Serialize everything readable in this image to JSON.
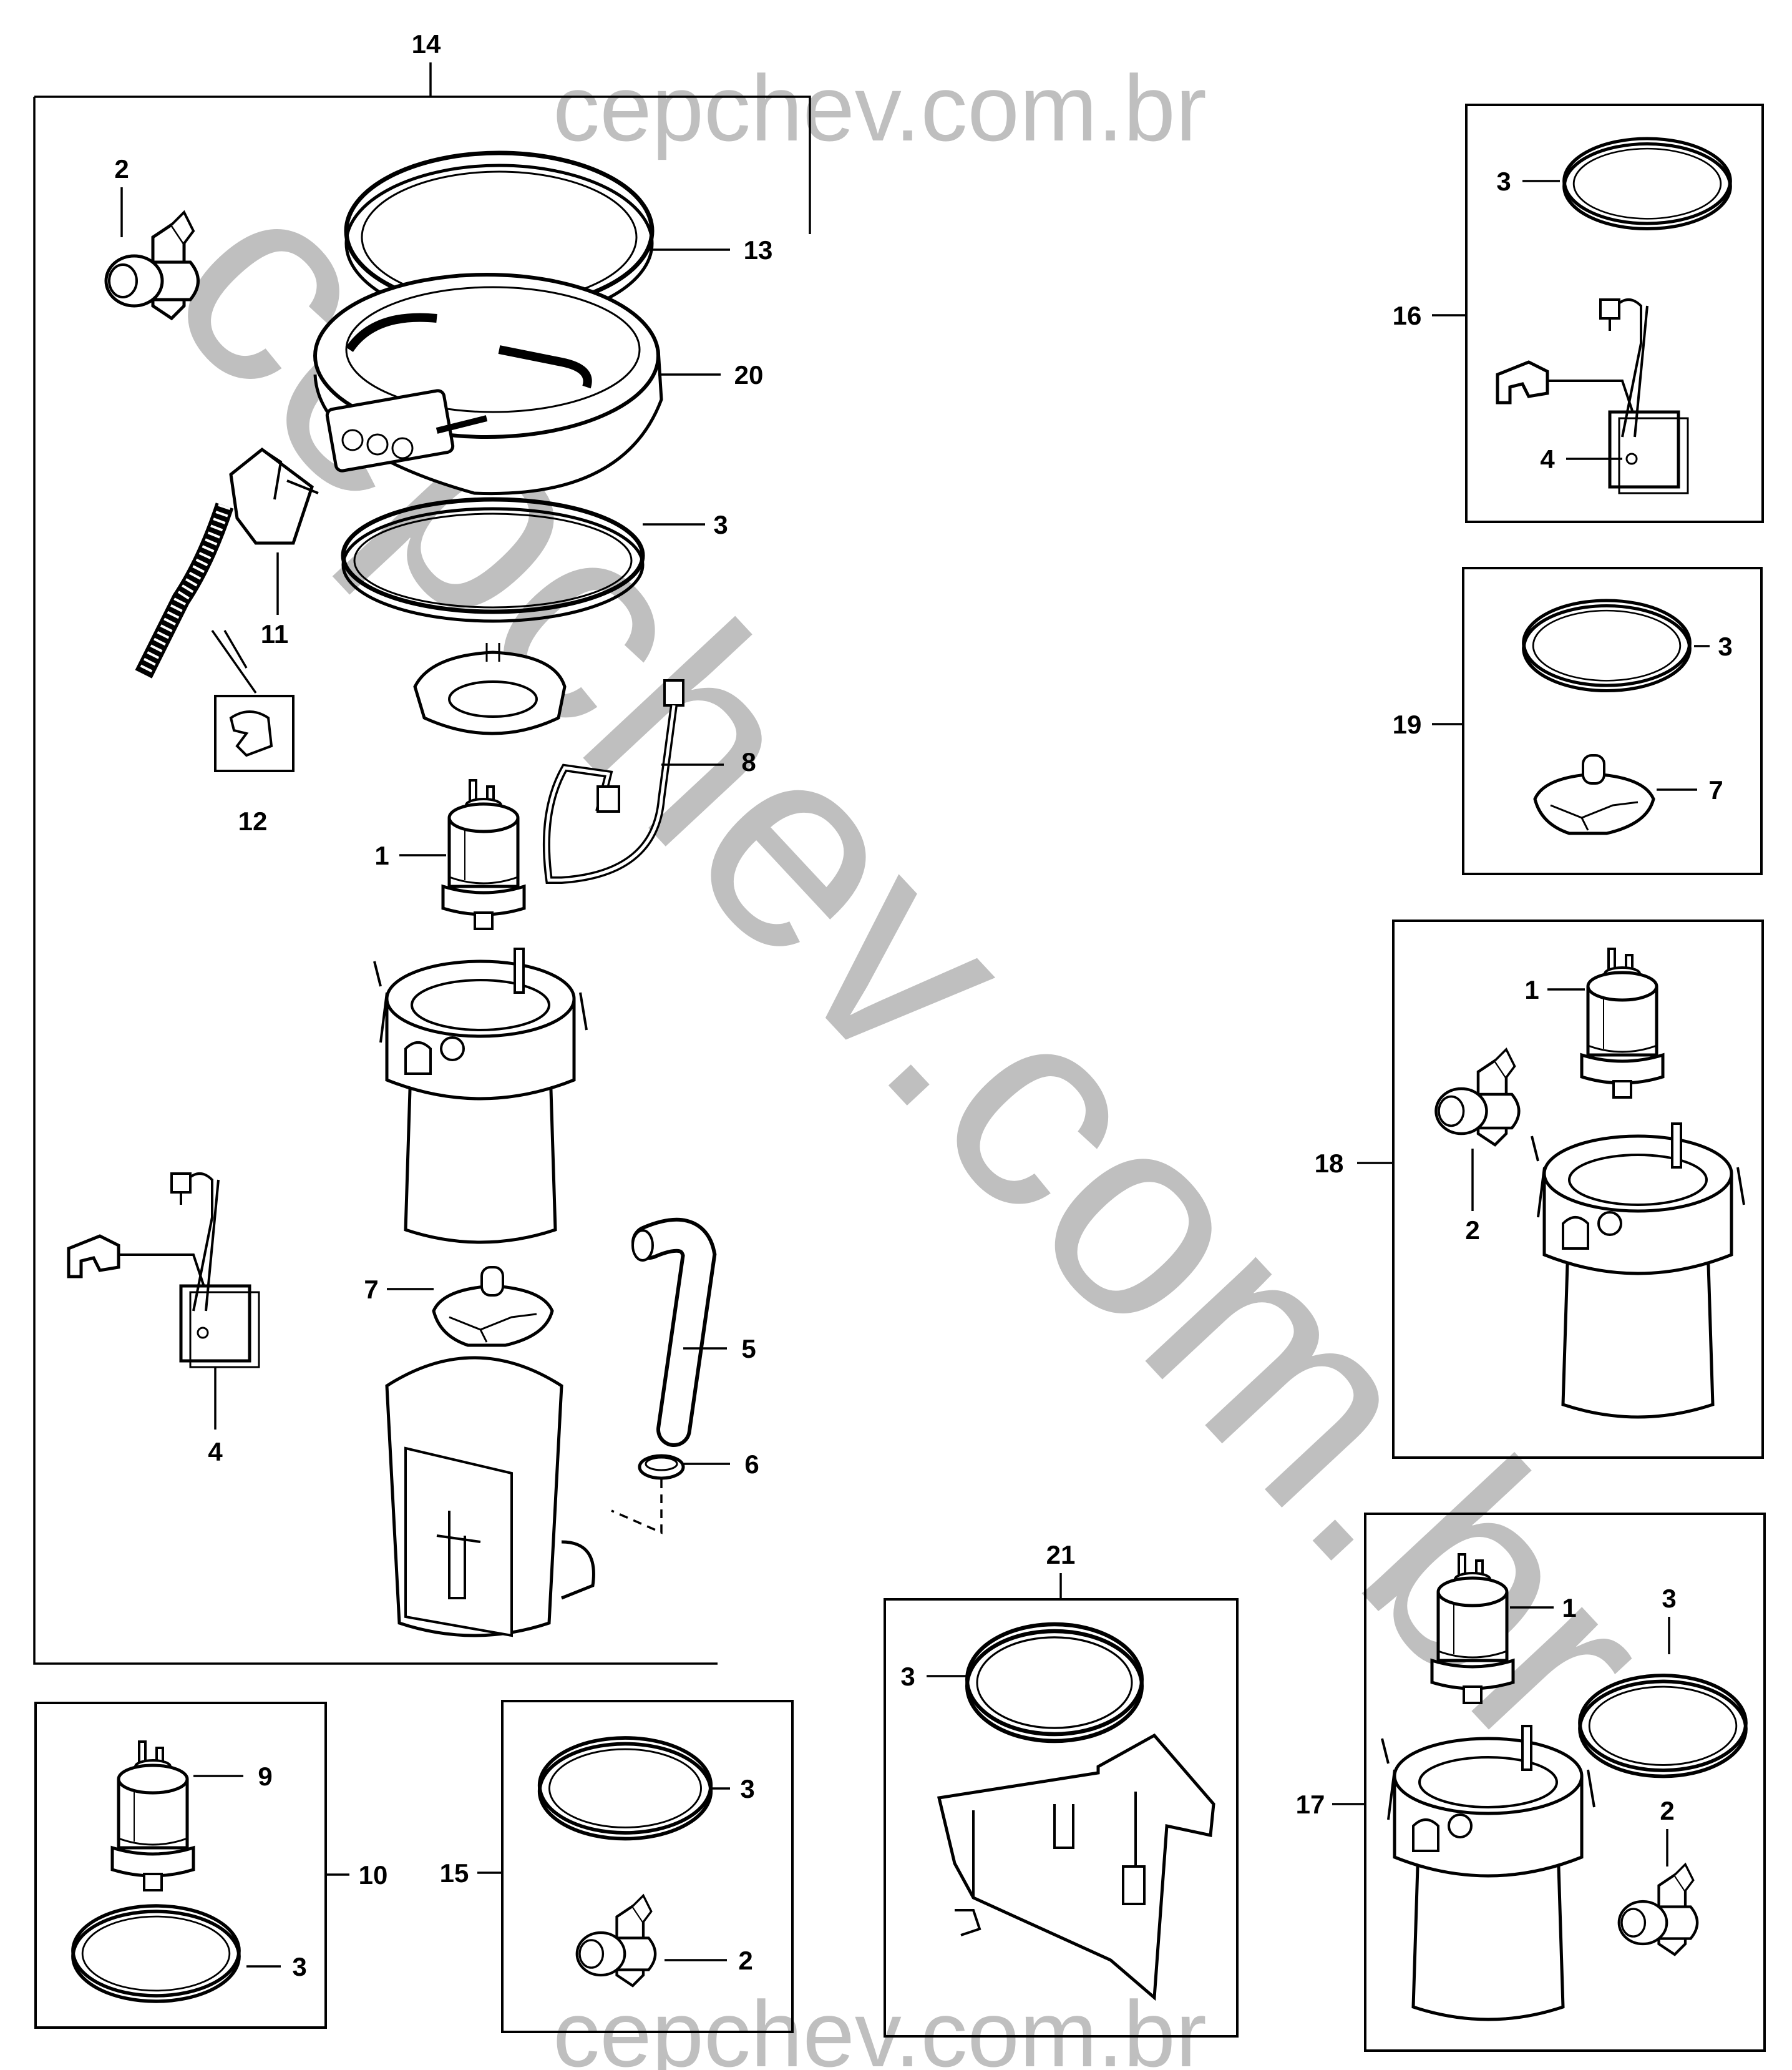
{
  "watermark": {
    "top": "cepchev.com.br",
    "bottom": "cepchev.com.br",
    "diagonal": "cepchev.com.br"
  },
  "groups": {
    "main_assembly": "14",
    "kit_10": "10",
    "kit_15": "15",
    "kit_16": "16",
    "kit_17": "17",
    "kit_18": "18",
    "kit_19": "19",
    "kit_21": "21"
  },
  "callouts": {
    "main": {
      "p2": "2",
      "p13": "13",
      "p20": "20",
      "p3": "3",
      "p11": "11",
      "p12": "12",
      "p8": "8",
      "p1": "1",
      "p7": "7",
      "p5": "5",
      "p4": "4",
      "p6": "6"
    },
    "kit_10": {
      "p9": "9",
      "p3": "3"
    },
    "kit_15": {
      "p3": "3",
      "p2": "2"
    },
    "kit_16": {
      "p3": "3",
      "p4": "4"
    },
    "kit_17": {
      "p1": "1",
      "p3": "3",
      "p2": "2"
    },
    "kit_18": {
      "p1": "1",
      "p2": "2"
    },
    "kit_19": {
      "p3": "3",
      "p7": "7"
    },
    "kit_21": {
      "p3": "3"
    }
  },
  "icons": [
    "fuel-pump-icon",
    "sender-unit-icon",
    "seal-ring-icon",
    "filter-icon",
    "hose-icon",
    "clamp-icon",
    "connector-icon",
    "reservoir-icon",
    "flange-icon",
    "clip-icon",
    "retainer-ring-icon",
    "harness-icon",
    "bracket-icon"
  ]
}
